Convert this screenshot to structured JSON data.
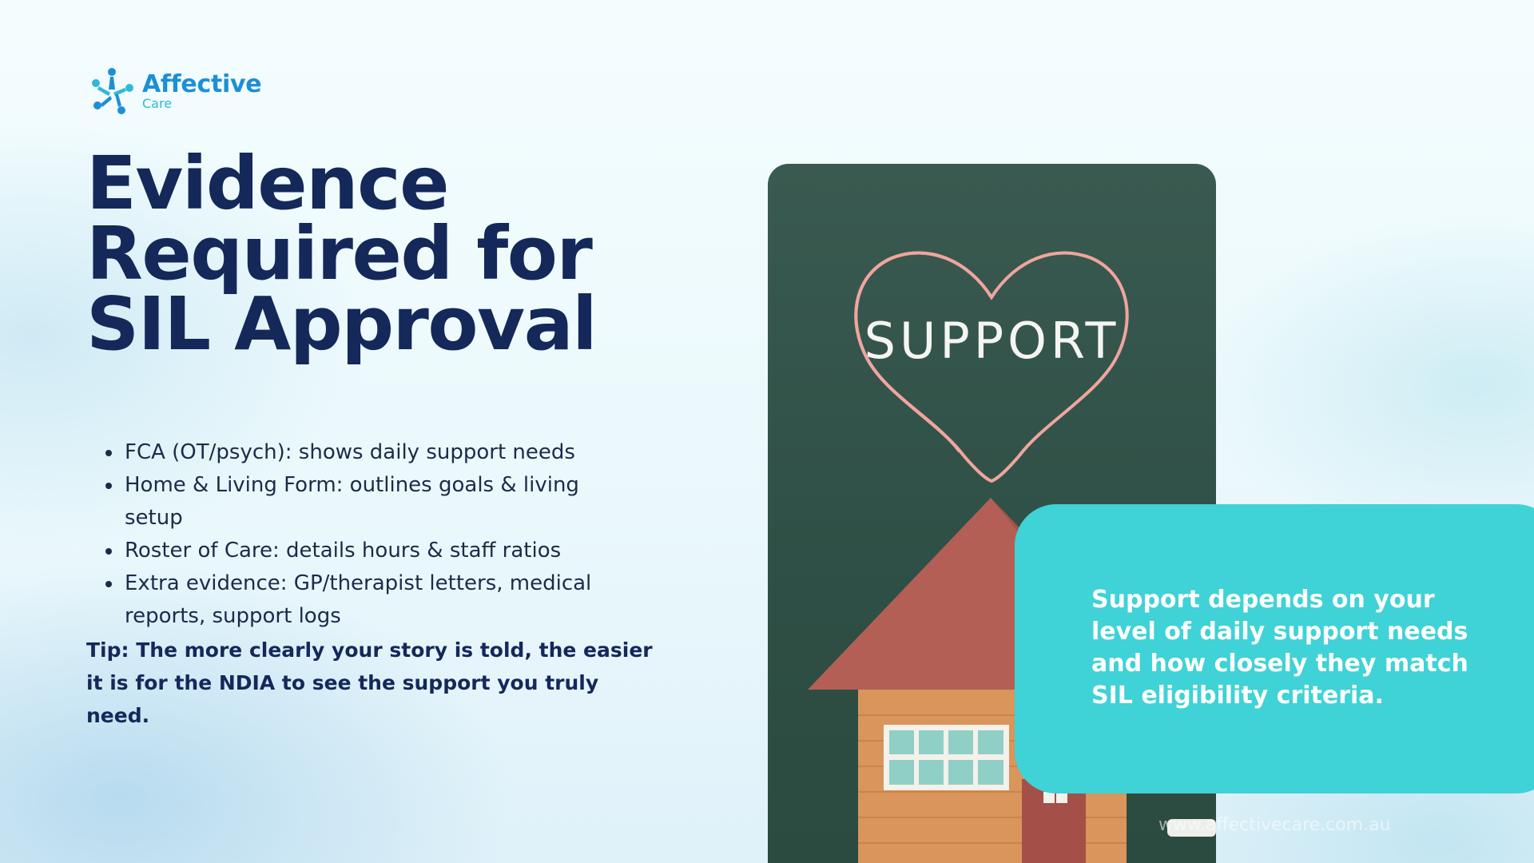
{
  "logo": {
    "name": "Affective",
    "sub": "Care",
    "colors": {
      "primary": "#1c8fd6",
      "secondary": "#2fb9d6"
    }
  },
  "title": "Evidence Required for SIL Approval",
  "bullets": [
    "FCA (OT/psych): shows daily support needs",
    "Home & Living Form: outlines goals & living setup",
    "Roster of Care: details hours & staff ratios",
    "Extra evidence: GP/therapist letters, medical reports, support logs"
  ],
  "tip": "Tip: The more clearly your story is told, the easier it is for the NDIA to see the support you truly need.",
  "photo": {
    "board_word": "SUPPORT",
    "icons": [
      "heart-outline",
      "toy-house"
    ]
  },
  "callout": {
    "text": "Support depends on your level of daily support needs and how closely they match SIL eligibility criteria.",
    "color": "#3fd2d6"
  },
  "website": "www.affectivecare.com.au",
  "colors": {
    "title": "#14285a",
    "chalkboard": "#2f5046"
  }
}
